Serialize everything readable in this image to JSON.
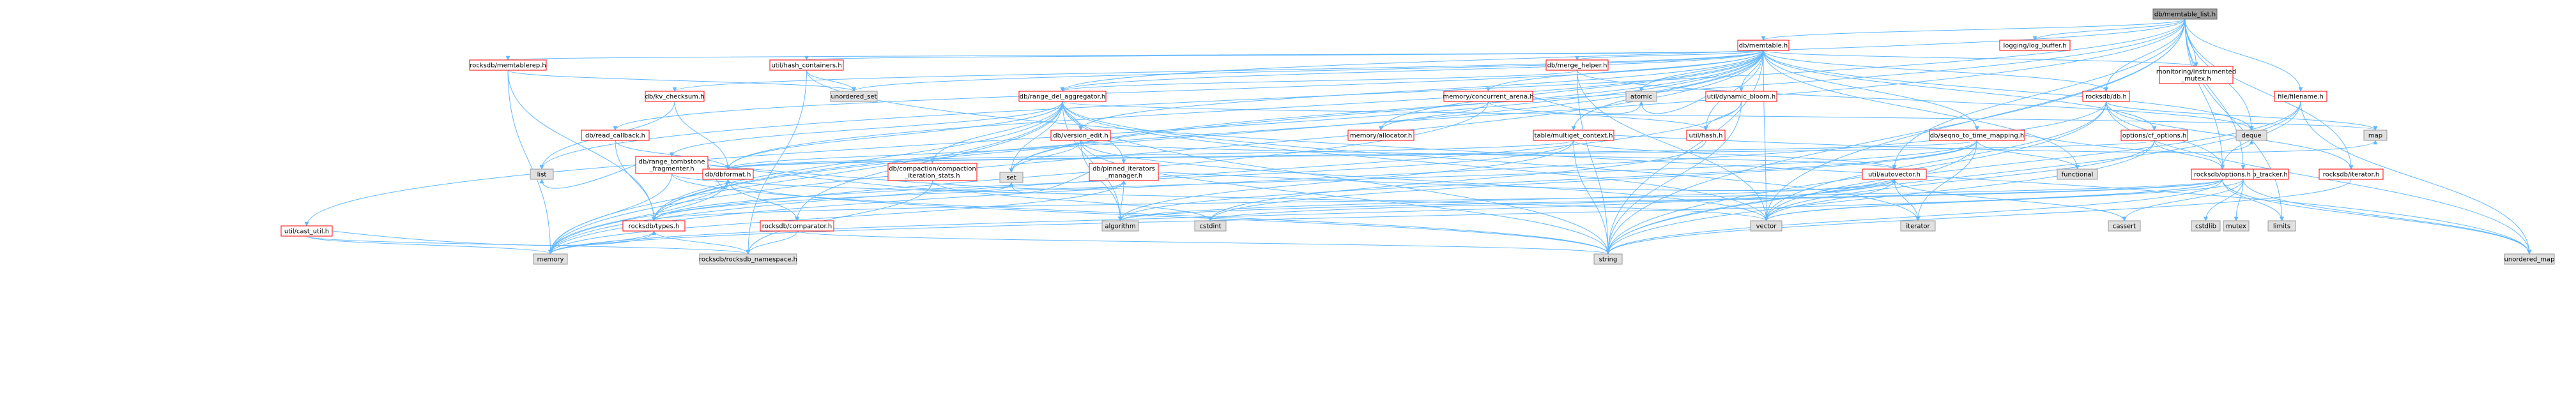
{
  "graph": {
    "nodes": [
      {
        "id": "root",
        "label": "db/memtable_list.h",
        "kind": "root"
      },
      {
        "id": "memtable_h",
        "label": "db/memtable.h",
        "kind": "file"
      },
      {
        "id": "logbuf",
        "label": "logging/log_buffer.h",
        "kind": "file"
      },
      {
        "id": "monmutex",
        "label": "monitoring/instrumented\n_mutex.h",
        "kind": "file"
      },
      {
        "id": "memtablerep",
        "label": "rocksdb/memtablerep.h",
        "kind": "file"
      },
      {
        "id": "hashcont",
        "label": "util/hash_containers.h",
        "kind": "file"
      },
      {
        "id": "mergehelper",
        "label": "db/merge_helper.h",
        "kind": "file"
      },
      {
        "id": "unordered_set",
        "label": "unordered_set",
        "kind": "std"
      },
      {
        "id": "kvchecksum",
        "label": "db/kv_checksum.h",
        "kind": "file"
      },
      {
        "id": "rangedel",
        "label": "db/range_del_aggregator.h",
        "kind": "file"
      },
      {
        "id": "memarena",
        "label": "memory/concurrent_arena.h",
        "kind": "file"
      },
      {
        "id": "dynbloom",
        "label": "util/dynamic_bloom.h",
        "kind": "file"
      },
      {
        "id": "rocksdb_db",
        "label": "rocksdb/db.h",
        "kind": "file"
      },
      {
        "id": "filename",
        "label": "file/filename.h",
        "kind": "file"
      },
      {
        "id": "logswpt",
        "label": "db/logs_with_prep_tracker.h",
        "kind": "file"
      },
      {
        "id": "readcb",
        "label": "db/read_callback.h",
        "kind": "file"
      },
      {
        "id": "rangetomb",
        "label": "db/range_tombstone\n_fragmenter.h",
        "kind": "file"
      },
      {
        "id": "compstats",
        "label": "db/compaction/compaction\n_iteration_stats.h",
        "kind": "file"
      },
      {
        "id": "pinned",
        "label": "db/pinned_iterators\n_manager.h",
        "kind": "file"
      },
      {
        "id": "versionedit",
        "label": "db/version_edit.h",
        "kind": "file"
      },
      {
        "id": "memalloc",
        "label": "memory/allocator.h",
        "kind": "file"
      },
      {
        "id": "tablemulti",
        "label": "table/multiget_context.h",
        "kind": "file"
      },
      {
        "id": "utilhash",
        "label": "util/hash.h",
        "kind": "file"
      },
      {
        "id": "seqnotime",
        "label": "db/seqno_to_time_mapping.h",
        "kind": "file"
      },
      {
        "id": "cfoptions",
        "label": "options/cf_options.h",
        "kind": "file"
      },
      {
        "id": "rocksdboptions",
        "label": "rocksdb/options.h",
        "kind": "file"
      },
      {
        "id": "rocksdbiter",
        "label": "rocksdb/iterator.h",
        "kind": "file"
      },
      {
        "id": "utilautovec",
        "label": "util/autovector.h",
        "kind": "file"
      },
      {
        "id": "dbformat",
        "label": "db/dbformat.h",
        "kind": "file"
      },
      {
        "id": "castutil",
        "label": "util/cast_util.h",
        "kind": "file"
      },
      {
        "id": "rocksdbtypes",
        "label": "rocksdb/types.h",
        "kind": "file"
      },
      {
        "id": "rocksdbcmp",
        "label": "rocksdb/comparator.h",
        "kind": "file"
      },
      {
        "id": "ns",
        "label": "rocksdb/rocksdb_namespace.h",
        "kind": "std"
      },
      {
        "id": "list",
        "label": "list",
        "kind": "std"
      },
      {
        "id": "set",
        "label": "set",
        "kind": "std"
      },
      {
        "id": "atomic",
        "label": "atomic",
        "kind": "std"
      },
      {
        "id": "deque",
        "label": "deque",
        "kind": "std"
      },
      {
        "id": "map",
        "label": "map",
        "kind": "std"
      },
      {
        "id": "functional",
        "label": "functional",
        "kind": "std"
      },
      {
        "id": "algorithm",
        "label": "algorithm",
        "kind": "std"
      },
      {
        "id": "iterator",
        "label": "iterator",
        "kind": "std"
      },
      {
        "id": "cstdint",
        "label": "cstdint",
        "kind": "std"
      },
      {
        "id": "vector",
        "label": "vector",
        "kind": "std"
      },
      {
        "id": "cassert",
        "label": "cassert",
        "kind": "std"
      },
      {
        "id": "limits",
        "label": "limits",
        "kind": "std"
      },
      {
        "id": "cstdlib",
        "label": "cstdlib",
        "kind": "std"
      },
      {
        "id": "mutex",
        "label": "mutex",
        "kind": "std"
      },
      {
        "id": "memory",
        "label": "memory",
        "kind": "std"
      },
      {
        "id": "string",
        "label": "string",
        "kind": "std"
      },
      {
        "id": "unordered_map",
        "label": "unordered_map",
        "kind": "std"
      }
    ],
    "edges": [
      [
        "root",
        "memtable_h"
      ],
      [
        "root",
        "logbuf"
      ],
      [
        "root",
        "monmutex"
      ],
      [
        "root",
        "rocksdb_db"
      ],
      [
        "root",
        "filename"
      ],
      [
        "root",
        "logswpt"
      ],
      [
        "root",
        "rocksdbiter"
      ],
      [
        "root",
        "rocksdboptions"
      ],
      [
        "root",
        "deque"
      ],
      [
        "root",
        "limits"
      ],
      [
        "root",
        "string"
      ],
      [
        "root",
        "vector"
      ],
      [
        "root",
        "list"
      ],
      [
        "root",
        "set"
      ],
      [
        "root",
        "rangedel"
      ],
      [
        "root",
        "utilautovec"
      ],
      [
        "root",
        "rocksdbtypes"
      ],
      [
        "memtable_h",
        "memtablerep"
      ],
      [
        "memtable_h",
        "hashcont"
      ],
      [
        "memtable_h",
        "mergehelper"
      ],
      [
        "memtable_h",
        "unordered_set"
      ],
      [
        "memtable_h",
        "kvchecksum"
      ],
      [
        "memtable_h",
        "rangedel"
      ],
      [
        "memtable_h",
        "memarena"
      ],
      [
        "memtable_h",
        "dynbloom"
      ],
      [
        "memtable_h",
        "readcb"
      ],
      [
        "memtable_h",
        "versionedit"
      ],
      [
        "memtable_h",
        "seqnotime"
      ],
      [
        "memtable_h",
        "cfoptions"
      ],
      [
        "memtable_h",
        "monmutex"
      ],
      [
        "memtable_h",
        "castutil"
      ],
      [
        "memtable_h",
        "dbformat"
      ],
      [
        "memtable_h",
        "memalloc"
      ],
      [
        "memtable_h",
        "tablemulti"
      ],
      [
        "memtable_h",
        "utilhash"
      ],
      [
        "memtable_h",
        "rocksdb_db"
      ],
      [
        "memtable_h",
        "atomic"
      ],
      [
        "memtable_h",
        "deque"
      ],
      [
        "memtable_h",
        "functional"
      ],
      [
        "memtable_h",
        "memory"
      ],
      [
        "memtable_h",
        "string"
      ],
      [
        "memtable_h",
        "vector"
      ],
      [
        "memtable_h",
        "rocksdbtypes"
      ],
      [
        "memtable_h",
        "set"
      ],
      [
        "memtablerep",
        "unordered_set"
      ],
      [
        "memtablerep",
        "memory"
      ],
      [
        "memtablerep",
        "rocksdbtypes"
      ],
      [
        "hashcont",
        "unordered_set"
      ],
      [
        "hashcont",
        "unordered_map"
      ],
      [
        "hashcont",
        "ns"
      ],
      [
        "mergehelper",
        "rangedel"
      ],
      [
        "mergehelper",
        "deque"
      ],
      [
        "mergehelper",
        "string"
      ],
      [
        "mergehelper",
        "vector"
      ],
      [
        "kvchecksum",
        "dbformat"
      ],
      [
        "kvchecksum",
        "list"
      ],
      [
        "rangedel",
        "rangetomb"
      ],
      [
        "rangedel",
        "compstats"
      ],
      [
        "rangedel",
        "pinned"
      ],
      [
        "rangedel",
        "versionedit"
      ],
      [
        "rangedel",
        "dbformat"
      ],
      [
        "rangedel",
        "rocksdbcmp"
      ],
      [
        "rangedel",
        "rocksdbtypes"
      ],
      [
        "rangedel",
        "map"
      ],
      [
        "rangedel",
        "set"
      ],
      [
        "rangedel",
        "string"
      ],
      [
        "rangedel",
        "vector"
      ],
      [
        "rangedel",
        "memory"
      ],
      [
        "rangedel",
        "algorithm"
      ],
      [
        "rangedel",
        "iterator"
      ],
      [
        "memarena",
        "memalloc"
      ],
      [
        "memarena",
        "utilhash"
      ],
      [
        "memarena",
        "atomic"
      ],
      [
        "memarena",
        "memory"
      ],
      [
        "dynbloom",
        "utilhash"
      ],
      [
        "dynbloom",
        "atomic"
      ],
      [
        "dynbloom",
        "string"
      ],
      [
        "dynbloom",
        "memory"
      ],
      [
        "rocksdb_db",
        "rocksdboptions"
      ],
      [
        "rocksdb_db",
        "rocksdbiter"
      ],
      [
        "rocksdb_db",
        "map"
      ],
      [
        "rocksdb_db",
        "memory"
      ],
      [
        "rocksdb_db",
        "string"
      ],
      [
        "rocksdb_db",
        "unordered_map"
      ],
      [
        "rocksdb_db",
        "vector"
      ],
      [
        "filename",
        "rocksdboptions"
      ],
      [
        "filename",
        "string"
      ],
      [
        "filename",
        "vector"
      ],
      [
        "filename",
        "unordered_map"
      ],
      [
        "logswpt",
        "cassert"
      ],
      [
        "logswpt",
        "cstdlib"
      ],
      [
        "logswpt",
        "mutex"
      ],
      [
        "logswpt",
        "unordered_map"
      ],
      [
        "logswpt",
        "vector"
      ],
      [
        "readcb",
        "dbformat"
      ],
      [
        "readcb",
        "rocksdbtypes"
      ],
      [
        "rangetomb",
        "dbformat"
      ],
      [
        "rangetomb",
        "pinned"
      ],
      [
        "rangetomb",
        "list"
      ],
      [
        "rangetomb",
        "set"
      ],
      [
        "rangetomb",
        "string"
      ],
      [
        "rangetomb",
        "vector"
      ],
      [
        "rangetomb",
        "memory"
      ],
      [
        "compstats",
        "ns"
      ],
      [
        "compstats",
        "cstdint"
      ],
      [
        "pinned",
        "algorithm"
      ],
      [
        "pinned",
        "memory"
      ],
      [
        "pinned",
        "utilautovec"
      ],
      [
        "pinned",
        "set"
      ],
      [
        "versionedit",
        "dbformat"
      ],
      [
        "versionedit",
        "set"
      ],
      [
        "versionedit",
        "string"
      ],
      [
        "versionedit",
        "algorithm"
      ],
      [
        "versionedit",
        "utilautovec"
      ],
      [
        "versionedit",
        "vector"
      ],
      [
        "tablemulti",
        "dbformat"
      ],
      [
        "tablemulti",
        "utilautovec"
      ],
      [
        "tablemulti",
        "algorithm"
      ],
      [
        "tablemulti",
        "string"
      ],
      [
        "tablemulti",
        "rocksdbtypes"
      ],
      [
        "tablemulti",
        "map"
      ],
      [
        "utilhash",
        "cstdint"
      ],
      [
        "seqnotime",
        "deque"
      ],
      [
        "seqnotime",
        "functional"
      ],
      [
        "seqnotime",
        "iterator"
      ],
      [
        "seqnotime",
        "string"
      ],
      [
        "seqnotime",
        "cstdint"
      ],
      [
        "seqnotime",
        "rocksdbtypes"
      ],
      [
        "seqnotime",
        "dbformat"
      ],
      [
        "seqnotime",
        "algorithm"
      ],
      [
        "cfoptions",
        "rocksdboptions"
      ],
      [
        "cfoptions",
        "vector"
      ],
      [
        "cfoptions",
        "string"
      ],
      [
        "cfoptions",
        "dbformat"
      ],
      [
        "rocksdboptions",
        "vector"
      ],
      [
        "rocksdboptions",
        "string"
      ],
      [
        "rocksdboptions",
        "memory"
      ],
      [
        "rocksdboptions",
        "limits"
      ],
      [
        "rocksdboptions",
        "unordered_map"
      ],
      [
        "rocksdboptions",
        "rocksdbtypes"
      ],
      [
        "rocksdboptions",
        "cstdint"
      ],
      [
        "rocksdboptions",
        "algorithm"
      ],
      [
        "rocksdbiter",
        "string"
      ],
      [
        "utilautovec",
        "algorithm"
      ],
      [
        "utilautovec",
        "cassert"
      ],
      [
        "utilautovec",
        "iterator"
      ],
      [
        "utilautovec",
        "vector"
      ],
      [
        "utilautovec",
        "memory"
      ],
      [
        "dbformat",
        "rocksdbtypes"
      ],
      [
        "dbformat",
        "rocksdbcmp"
      ],
      [
        "dbformat",
        "string"
      ],
      [
        "dbformat",
        "memory"
      ],
      [
        "castutil",
        "memory"
      ],
      [
        "castutil",
        "ns"
      ],
      [
        "castutil",
        "rocksdbtypes"
      ],
      [
        "rocksdbtypes",
        "memory"
      ],
      [
        "rocksdbtypes",
        "ns"
      ],
      [
        "rocksdbcmp",
        "ns"
      ],
      [
        "rocksdbcmp",
        "string"
      ]
    ]
  }
}
